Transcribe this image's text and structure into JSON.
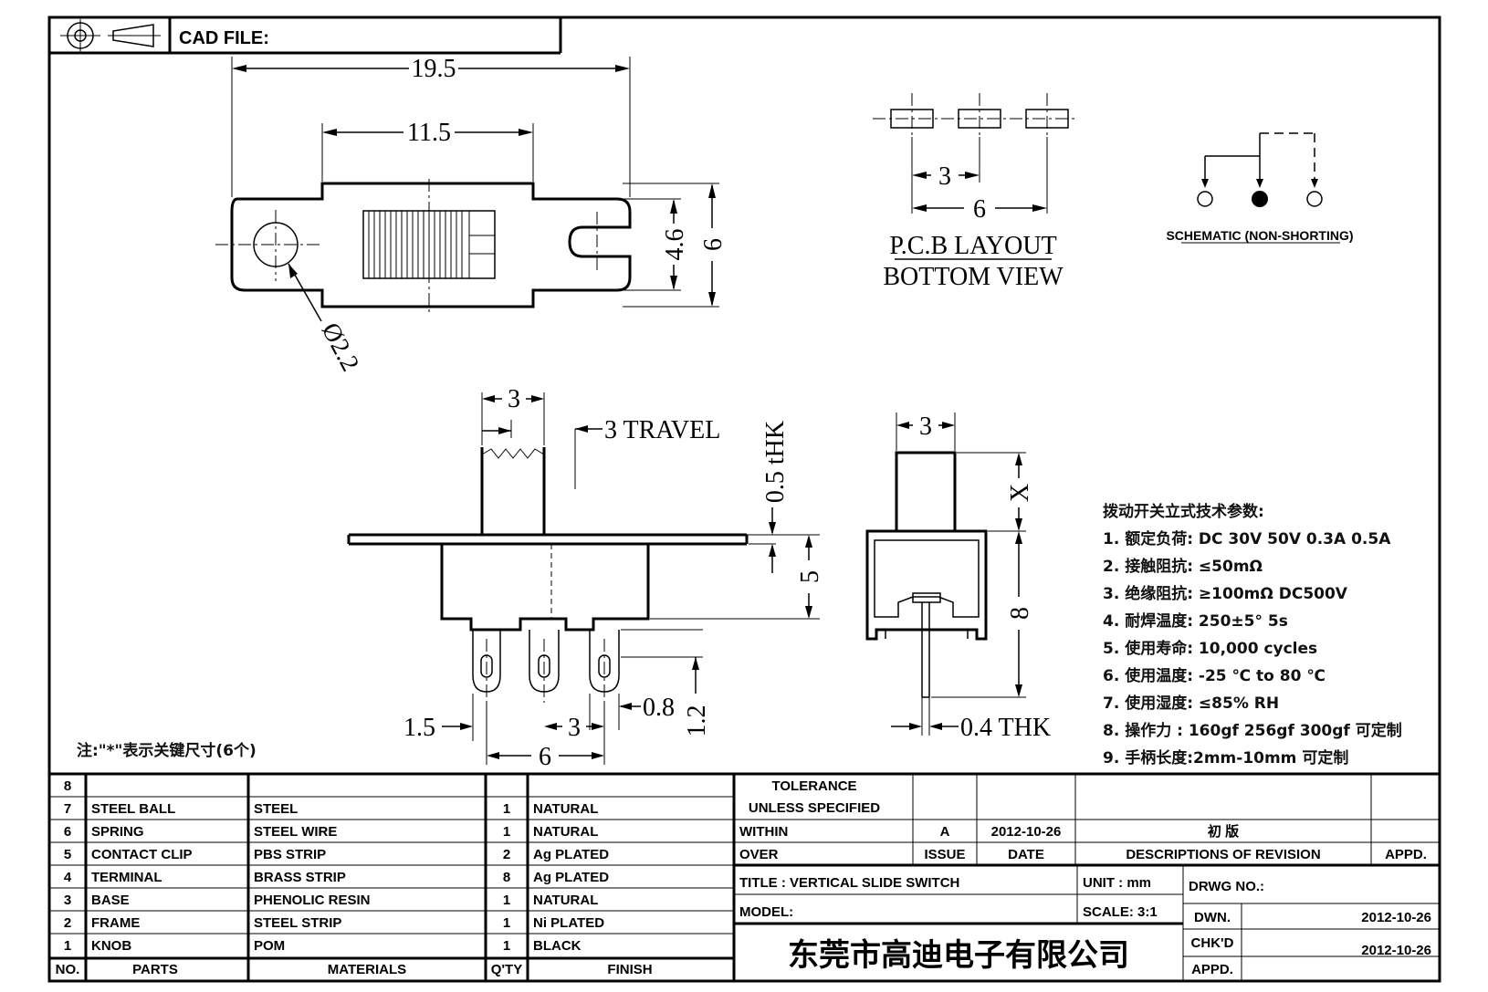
{
  "header": {
    "cad_file_label": "CAD FILE:"
  },
  "top_view": {
    "dim_total": "19.5",
    "dim_body": "11.5",
    "dim_inner": "4.6",
    "dim_outer": "6",
    "hole": "Ø2.2"
  },
  "pcb": {
    "dim_pitch": "3",
    "dim_span": "6",
    "title_line1": "P.C.B LAYOUT",
    "title_line2": "BOTTOM VIEW"
  },
  "schematic": {
    "label": "SCHEMATIC (NON-SHORTING)"
  },
  "front_view": {
    "dim_knob": "3",
    "travel": "3 TRAVEL",
    "thk": "0.5 tHK",
    "dim_height": "5",
    "dim_pin_w": "0.8",
    "dim_pin_len": "1.2",
    "dim_offset": "1.5",
    "dim_pitch": "3",
    "dim_span": "6"
  },
  "side_view": {
    "dim_knob": "3",
    "dim_x": "X",
    "dim_height": "8",
    "dim_thk": "0.4 THK"
  },
  "note": "注:\"*\"表示关键尺寸(6个)",
  "specs": {
    "title": "拨动开关立式技术参数:",
    "items": [
      "1.  额定负荷: DC 30V    50V    0.3A    0.5A",
      "2.  接触阻抗:  ≤50mΩ",
      "3.  绝缘阻抗:  ≥100mΩ   DC500V",
      "4.  耐焊温度: 250±5°  5s",
      "5.  使用寿命: 10,000 cycles",
      "6.  使用温度: -25  ℃   to 80  ℃",
      "7.  使用湿度:  ≤85% RH",
      "8.  操作力 : 160gf    256gf    300gf   可定制",
      "9.  手柄长度:2mm-10mm   可定制"
    ]
  },
  "bom": {
    "headers": {
      "no": "NO.",
      "parts": "PARTS",
      "materials": "MATERIALS",
      "qty": "Q'TY",
      "finish": "FINISH"
    },
    "rows": [
      {
        "no": "8",
        "part": "",
        "material": "",
        "qty": "",
        "finish": ""
      },
      {
        "no": "7",
        "part": "STEEL BALL",
        "material": "STEEL",
        "qty": "1",
        "finish": "NATURAL"
      },
      {
        "no": "6",
        "part": "SPRING",
        "material": "STEEL WIRE",
        "qty": "1",
        "finish": "NATURAL"
      },
      {
        "no": "5",
        "part": "CONTACT CLIP",
        "material": "PBS STRIP",
        "qty": "2",
        "finish": "Ag PLATED"
      },
      {
        "no": "4",
        "part": "TERMINAL",
        "material": "BRASS STRIP",
        "qty": "8",
        "finish": "Ag PLATED"
      },
      {
        "no": "3",
        "part": "BASE",
        "material": "PHENOLIC RESIN",
        "qty": "1",
        "finish": "NATURAL"
      },
      {
        "no": "2",
        "part": "FRAME",
        "material": "STEEL STRIP",
        "qty": "1",
        "finish": "Ni PLATED"
      },
      {
        "no": "1",
        "part": "KNOB",
        "material": "POM",
        "qty": "1",
        "finish": "BLACK"
      }
    ]
  },
  "title_block": {
    "tolerance_1": "TOLERANCE",
    "tolerance_2": "UNLESS  SPECIFIED",
    "within": "WITHIN",
    "over": "OVER",
    "issue_value": "A",
    "date_value": "2012-10-26",
    "revision_desc": "初  版",
    "issue_label": "ISSUE",
    "date_label": "DATE",
    "desc_label": "DESCRIPTIONS  OF  REVISION",
    "appd_label": "APPD.",
    "title": "TITLE :   VERTICAL  SLIDE  SWITCH",
    "unit": "UNIT :   mm",
    "drwg": "DRWG  NO.:",
    "model": "MODEL:",
    "scale": "SCALE:   3:1",
    "dwn": "DWN.",
    "dwn_date": "2012-10-26",
    "chkd": "CHK'D",
    "chkd_date": "2012-10-26",
    "appd2": "APPD.",
    "company": "东莞市高迪电子有限公司"
  }
}
